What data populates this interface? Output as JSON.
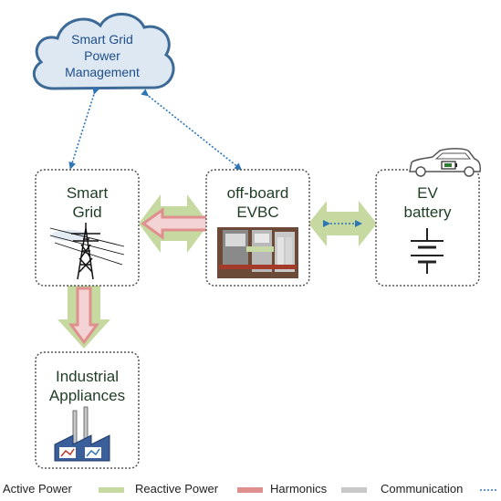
{
  "cloud": {
    "line1": "Smart Grid",
    "line2": "Power",
    "line3": "Management"
  },
  "nodes": {
    "smart_grid": {
      "line1": "Smart",
      "line2": "Grid"
    },
    "evbc": {
      "line1": "off-board",
      "line2": "EVBC"
    },
    "ev_battery": {
      "line1": "EV",
      "line2": "battery"
    },
    "industrial": {
      "line1": "Industrial",
      "line2": "Appliances"
    }
  },
  "legend": {
    "active": "Active Power",
    "reactive": "Reactive Power",
    "harmonics": "Harmonics",
    "communication": "Communication"
  },
  "colors": {
    "active_power": "#c5d9a0",
    "reactive_power": "#e08f8f",
    "harmonics": "#c8c8c8",
    "communication": "#2e75b6",
    "cloud_fill": "#dde8f3",
    "cloud_stroke": "#3d6a96",
    "label_text": "#1f3d24"
  }
}
